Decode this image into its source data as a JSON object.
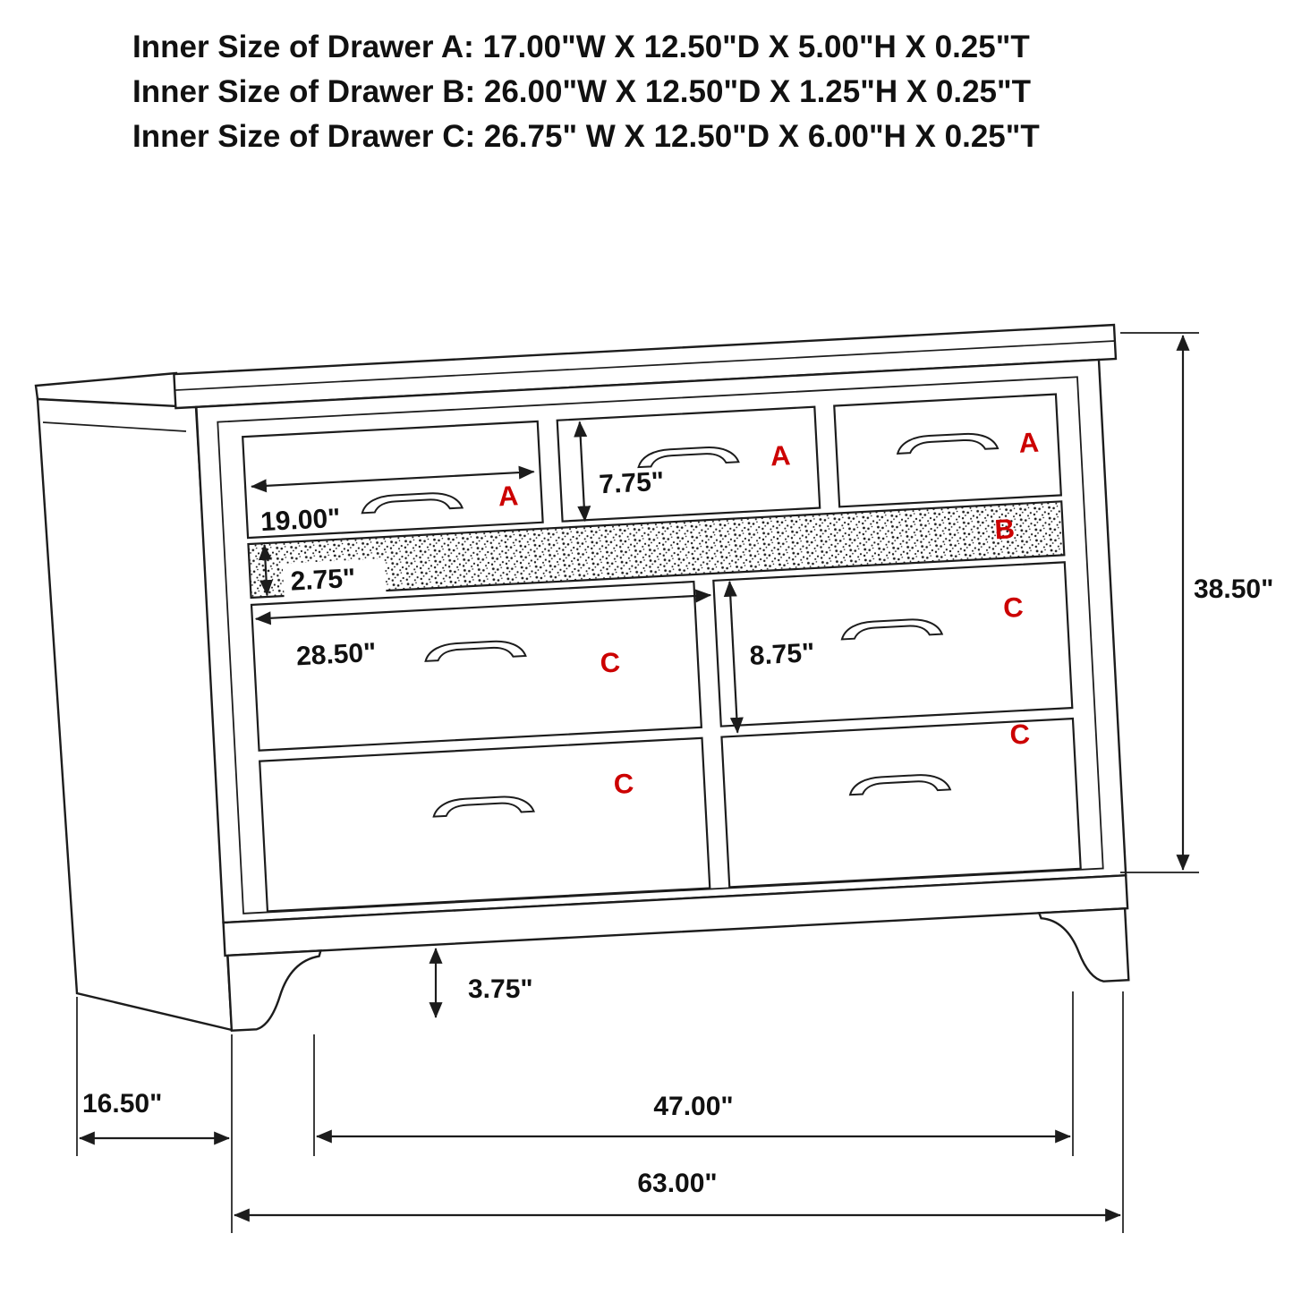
{
  "header": {
    "lines": [
      "Inner Size of Drawer A: 17.00\"W X 12.50\"D X 5.00\"H X 0.25\"T",
      "Inner Size of Drawer B: 26.00\"W X 12.50\"D X 1.25\"H X 0.25\"T",
      "Inner Size of Drawer C: 26.75\" W X 12.50\"D X 6.00\"H X 0.25\"T"
    ]
  },
  "dimensions": {
    "drawer_a_width": "19.00\"",
    "drawer_a_height": "7.75\"",
    "drawer_b_height": "2.75\"",
    "drawer_c_width": "28.50\"",
    "drawer_c_height": "8.75\"",
    "overall_height": "38.50\"",
    "foot_height": "3.75\"",
    "depth": "16.50\"",
    "leg_span": "47.00\"",
    "overall_width": "63.00\""
  },
  "drawer_letters": {
    "a": "A",
    "b": "B",
    "c": "C"
  },
  "colors": {
    "line": "#1c1c1c",
    "label_red": "#cc0000",
    "background": "#ffffff"
  }
}
